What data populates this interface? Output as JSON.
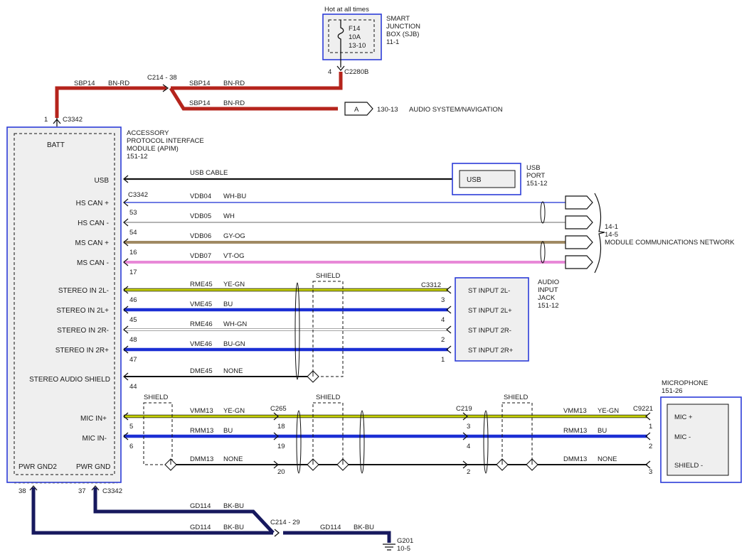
{
  "sjb": {
    "hot_label": "Hot at all times",
    "fuse": "F14",
    "rating": "10A",
    "ref": "13-10",
    "name": [
      "SMART",
      "JUNCTION",
      "BOX (SJB)",
      "11-1"
    ],
    "pin": "4",
    "connector": "C2280B"
  },
  "power": {
    "wire1_circuit": "SBP14",
    "wire1_color": "BN-RD",
    "splice": "C214 - 38",
    "wire2_circuit": "SBP14",
    "wire2_color": "BN-RD",
    "wire3_circuit": "SBP14",
    "wire3_color": "BN-RD",
    "arrow_label": "A",
    "ref": "130-13",
    "dest": "AUDIO SYSTEM/NAVIGATION",
    "pin": "1",
    "connector": "C3342"
  },
  "apim": {
    "name": [
      "ACCESSORY",
      "PROTOCOL INTERFACE",
      "MODULE (APIM)",
      "151-12"
    ],
    "batt": "BATT",
    "pwr_gnd2": "PWR GND2",
    "pwr_gnd": "PWR GND",
    "pins": [
      "USB",
      "HS CAN +",
      "HS CAN -",
      "MS CAN +",
      "MS CAN -",
      "STEREO IN 2L-",
      "STEREO IN 2L+",
      "STEREO IN 2R-",
      "STEREO IN 2R+",
      "STEREO AUDIO SHIELD",
      "MIC IN+",
      "MIC IN-"
    ]
  },
  "usb": {
    "cable_label": "USB CABLE",
    "box_label": "USB",
    "port_name": [
      "USB",
      "PORT",
      "151-12"
    ]
  },
  "can": {
    "connector": "C3342",
    "wires": [
      {
        "circuit": "VDB04",
        "color": "WH-BU",
        "pin": "53"
      },
      {
        "circuit": "VDB05",
        "color": "WH",
        "pin": "54"
      },
      {
        "circuit": "VDB06",
        "color": "GY-OG",
        "pin": "16"
      },
      {
        "circuit": "VDB07",
        "color": "VT-OG",
        "pin": "17"
      }
    ],
    "refs": [
      "14-1",
      "14-5"
    ],
    "network": "MODULE COMMUNICATIONS NETWORK"
  },
  "audio": {
    "wires": [
      {
        "circuit": "RME45",
        "color": "YE-GN",
        "pin": "46",
        "jack_pin": "3"
      },
      {
        "circuit": "VME45",
        "color": "BU",
        "pin": "45",
        "jack_pin": "4"
      },
      {
        "circuit": "RME46",
        "color": "WH-GN",
        "pin": "48",
        "jack_pin": "2"
      },
      {
        "circuit": "VME46",
        "color": "BU-GN",
        "pin": "47",
        "jack_pin": "1"
      }
    ],
    "shield_circuit": "DME45",
    "shield_color": "NONE",
    "shield_pin": "44",
    "shield_label": "SHIELD",
    "jack_connector": "C3312",
    "jack_pins": [
      "ST INPUT 2L-",
      "ST INPUT 2L+",
      "ST INPUT 2R-",
      "ST INPUT 2R+"
    ],
    "jack_name": [
      "AUDIO",
      "INPUT",
      "JACK",
      "151-12"
    ]
  },
  "mic": {
    "shield_labels": [
      "SHIELD",
      "SHIELD",
      "SHIELD"
    ],
    "wires": [
      {
        "circuit": "VMM13",
        "color": "YE-GN",
        "apim_pin": "5",
        "c265": "18",
        "c219": "3",
        "mic_pin": "1"
      },
      {
        "circuit": "RMM13",
        "color": "BU",
        "apim_pin": "6",
        "c265": "19",
        "c219": "4",
        "mic_pin": "2"
      },
      {
        "circuit": "DMM13",
        "color": "NONE",
        "c265": "20",
        "c219": "2",
        "mic_pin": "3"
      }
    ],
    "c265": "C265",
    "c219": "C219",
    "mic_connector": "C9221",
    "mic_pins": [
      "MIC +",
      "MIC -",
      "SHIELD -"
    ],
    "mic_name": [
      "MICROPHONE",
      "151-26"
    ]
  },
  "ground": {
    "pin38": "38",
    "pin37": "37",
    "connector": "C3342",
    "wire1_circuit": "GD114",
    "wire1_color": "BK-BU",
    "wire2_circuit": "GD114",
    "wire2_color": "BK-BU",
    "splice": "C214 - 29",
    "wire3_circuit": "GD114",
    "wire3_color": "BK-BU",
    "ground_id": "G201",
    "ground_ref": "10-5"
  },
  "colors": {
    "red": "#b5241c",
    "navy": "#17195e",
    "blue": "#1b2fd4",
    "ye_gn": "#c7d300",
    "gy_og": "#a08a63",
    "vt_og": "#e889d8",
    "box_border": "#2c3cd8"
  }
}
